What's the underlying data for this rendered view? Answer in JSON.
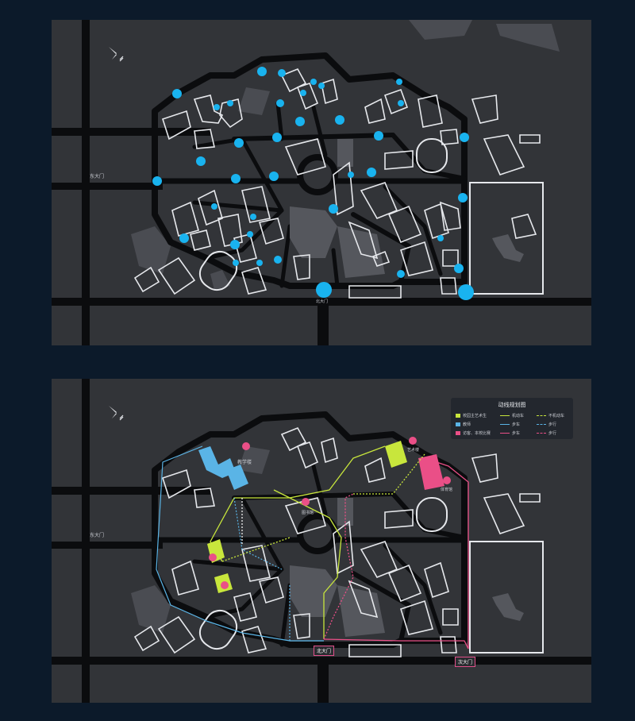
{
  "colors": {
    "background": "#0c1a2a",
    "map_fill": "#323438",
    "road": "#0b0c0e",
    "building_outline": "#e6e8ec",
    "node": "#19b3ef",
    "student": "#c8e63c",
    "teacher": "#5ab4e6",
    "visitor": "#ea4f87"
  },
  "map_top": {
    "east_gate_label": "东大门",
    "south_gate_label": "北大门",
    "compass_icon": "north-arrow-icon"
  },
  "map_bottom": {
    "east_gate_label": "东大门",
    "south_gate_label": "北大门",
    "southeast_gate_label": "次大门",
    "teaching_building_label": "教学楼",
    "library_label": "图书馆",
    "art_building_label": "艺术楼",
    "gym_label": "体育馆",
    "pin_icon": "location-pin-icon",
    "legend": {
      "title": "动线规划图",
      "categories": [
        {
          "label": "校园主艺术生",
          "color": "#c8e63c"
        },
        {
          "label": "教师",
          "color": "#5ab4e6"
        },
        {
          "label": "访客、本校比赛",
          "color": "#ea4f87"
        }
      ],
      "lines": [
        {
          "label": "机动车",
          "color": "#c8e63c",
          "style": "solid"
        },
        {
          "label": "步车",
          "color": "#5ab4e6",
          "style": "solid"
        },
        {
          "label": "步车",
          "color": "#ea4f87",
          "style": "solid"
        },
        {
          "label": "不机动车",
          "color": "#c8e63c",
          "style": "dashed"
        },
        {
          "label": "步行",
          "color": "#5ab4e6",
          "style": "dashed"
        },
        {
          "label": "步行",
          "color": "#ea4f87",
          "style": "dashed"
        }
      ]
    }
  }
}
